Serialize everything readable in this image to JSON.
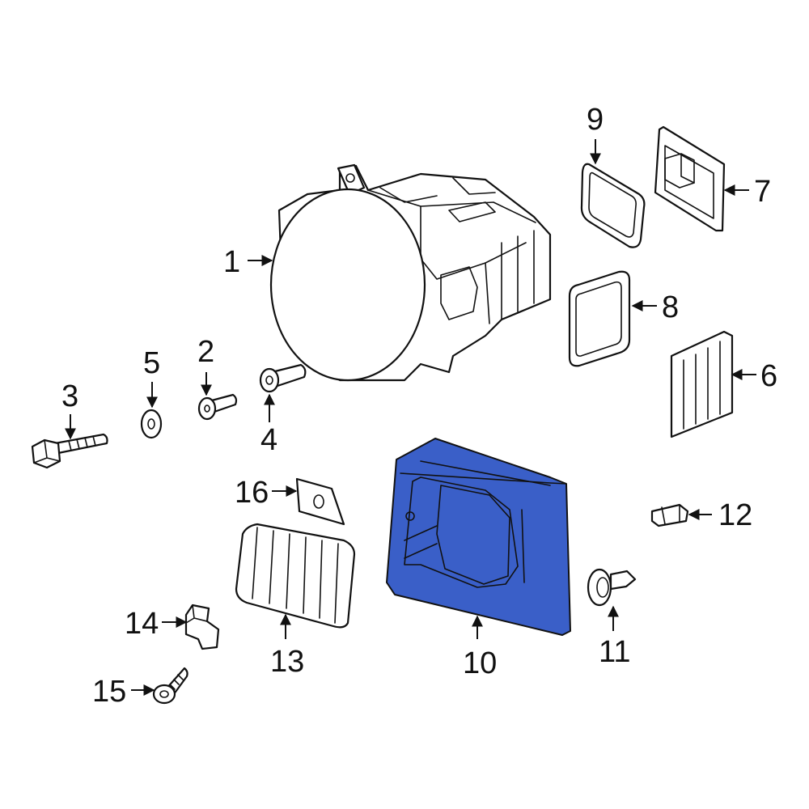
{
  "highlight_color": "#3a5fc8",
  "callouts": [
    {
      "id": "1",
      "label": "1"
    },
    {
      "id": "2",
      "label": "2"
    },
    {
      "id": "3",
      "label": "3"
    },
    {
      "id": "4",
      "label": "4"
    },
    {
      "id": "5",
      "label": "5"
    },
    {
      "id": "6",
      "label": "6"
    },
    {
      "id": "7",
      "label": "7"
    },
    {
      "id": "8",
      "label": "8"
    },
    {
      "id": "9",
      "label": "9"
    },
    {
      "id": "10",
      "label": "10"
    },
    {
      "id": "11",
      "label": "11"
    },
    {
      "id": "12",
      "label": "12"
    },
    {
      "id": "13",
      "label": "13"
    },
    {
      "id": "14",
      "label": "14"
    },
    {
      "id": "15",
      "label": "15"
    },
    {
      "id": "16",
      "label": "16"
    }
  ]
}
